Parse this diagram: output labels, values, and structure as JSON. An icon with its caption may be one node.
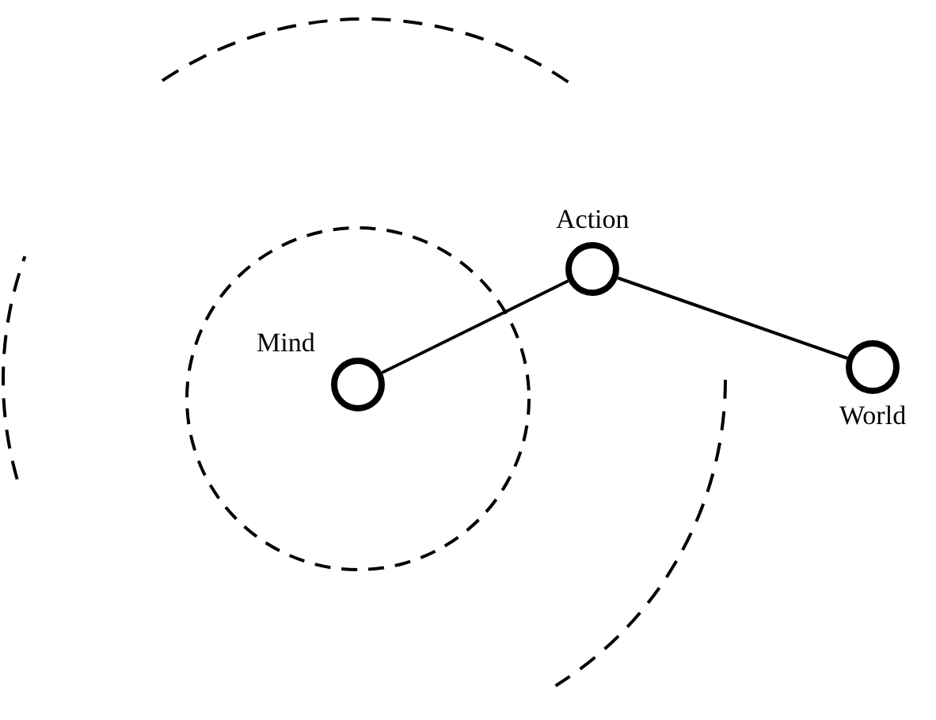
{
  "diagram": {
    "nodes": [
      {
        "text": [
          "Mind"
        ]
      },
      {
        "text": [
          "Action"
        ]
      },
      {
        "text": [
          "World"
        ]
      }
    ],
    "edges": [
      {
        "from": 0,
        "to": 1,
        "arrow": "none"
      },
      {
        "from": 1,
        "to": 2,
        "arrow": "none"
      }
    ]
  }
}
